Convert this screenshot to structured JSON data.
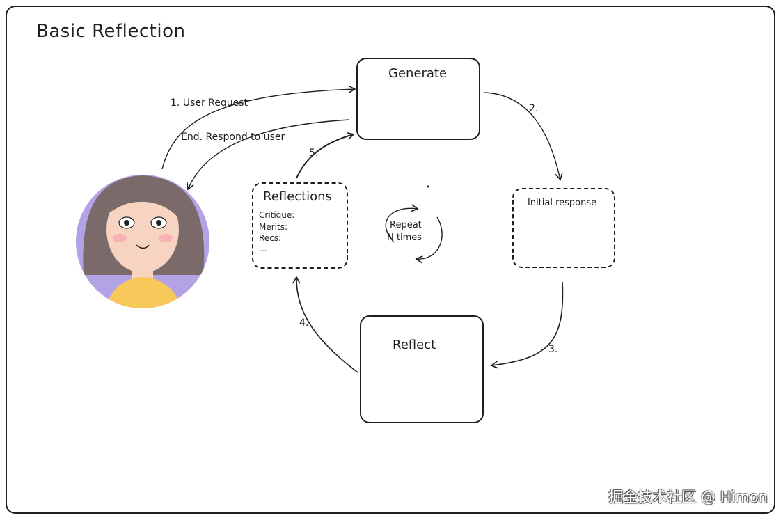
{
  "title": "Basic Reflection",
  "nodes": {
    "generate": "Generate",
    "reflect": "Reflect",
    "reflections": {
      "title": "Reflections",
      "items": [
        "Critique:",
        "Merits:",
        "Recs:",
        "..."
      ]
    },
    "initial_response": "Initial response",
    "repeat": [
      "Repeat",
      "N times"
    ]
  },
  "edges": {
    "user_request": "1. User Request",
    "respond": "End. Respond to user",
    "step2": "2.",
    "step3": "3.",
    "step4": "4.",
    "step5": "5."
  },
  "watermark": "掘金技术社区 @ Himon",
  "colors": {
    "avatar_bg": "#b3a3e6",
    "hair": "#7a6a6a",
    "skin": "#f7d3c2",
    "shirt": "#f7c85a",
    "brain": "#f4aab4",
    "stroke": "#1e1e1e"
  }
}
